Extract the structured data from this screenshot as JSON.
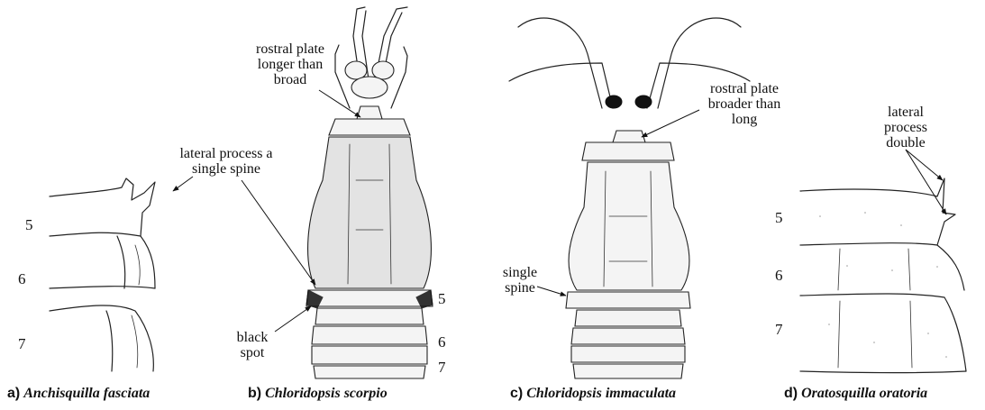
{
  "figure": {
    "panels": [
      {
        "letter": "a)",
        "species": "Anchisquilla fasciata"
      },
      {
        "letter": "b)",
        "species": "Chloridopsis scorpio"
      },
      {
        "letter": "c)",
        "species": "Chloridopsis immaculata"
      },
      {
        "letter": "d)",
        "species": "Oratosquilla oratoria"
      }
    ],
    "annotations": {
      "rostral_longer": [
        "rostral plate",
        "longer than",
        "broad"
      ],
      "lateral_single": [
        "lateral process a",
        "single spine"
      ],
      "black_spot": [
        "black",
        "spot"
      ],
      "rostral_broader": [
        "rostral plate",
        "broader than",
        "long"
      ],
      "single_spine": [
        "single",
        "spine"
      ],
      "lateral_double": [
        "lateral",
        "process",
        "double"
      ]
    },
    "segment_numbers": [
      "5",
      "6",
      "7"
    ]
  }
}
